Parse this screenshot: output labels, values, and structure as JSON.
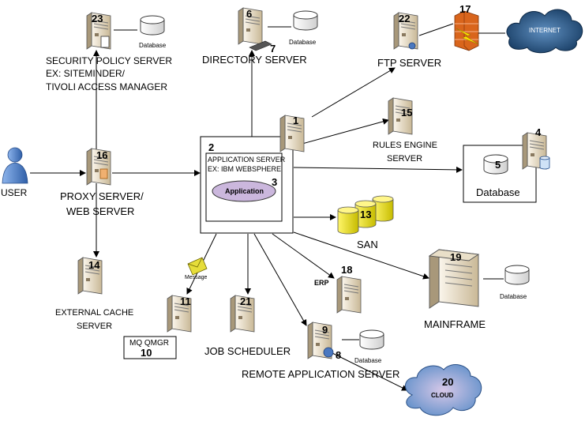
{
  "nodes": {
    "user": {
      "num": "",
      "label": "USER"
    },
    "proxy": {
      "num": "16",
      "label1": "PROXY SERVER/",
      "label2": "WEB SERVER"
    },
    "security": {
      "num": "23",
      "label1": "SECURITY POLICY SERVER",
      "label2": "EX: SITEMINDER/",
      "label3": "TIVOLI ACCESS MANAGER",
      "db": "Database"
    },
    "directory": {
      "num": "6",
      "num2": "7",
      "label": "DIRECTORY SERVER",
      "db": "Database"
    },
    "ftp": {
      "num": "22",
      "label": "FTP SERVER"
    },
    "firewall": {
      "num": "17"
    },
    "internet": {
      "label": "INTERNET"
    },
    "appserver": {
      "num": "2",
      "num3": "3",
      "num1": "1",
      "label1": "APPLICATION SERVER",
      "label2": "EX: IBM WEBSPHERE",
      "app": "Application"
    },
    "rules": {
      "num": "15",
      "label1": "RULES ENGINE",
      "label2": "SERVER"
    },
    "database": {
      "num4": "4",
      "num5": "5",
      "label": "Database"
    },
    "san": {
      "num": "13",
      "label": "SAN"
    },
    "external_cache": {
      "num": "14",
      "label1": "EXTERNAL CACHE",
      "label2": "SERVER"
    },
    "mq": {
      "num": "11",
      "num10": "10",
      "label": "MQ QMGR",
      "message": "Message"
    },
    "job": {
      "num": "21",
      "label": "JOB SCHEDULER"
    },
    "erp": {
      "num": "18",
      "label": "ERP"
    },
    "remote": {
      "num": "9",
      "num8": "8",
      "label": "REMOTE APPLICATION SERVER",
      "db": "Database"
    },
    "mainframe": {
      "num": "19",
      "label": "MAINFRAME",
      "db": "Database"
    },
    "cloud": {
      "num": "20",
      "label": "CLOUD"
    }
  },
  "colors": {
    "server_light": "#f3ead8",
    "server_dark": "#b9a889",
    "line": "#000000",
    "ellipse": "#cbb7dd",
    "cloud": "#6d9bd1",
    "internet": "#2c5c8c",
    "san": "#f2e600",
    "user": "#5b8cd6",
    "firewall": "#d9651c"
  }
}
